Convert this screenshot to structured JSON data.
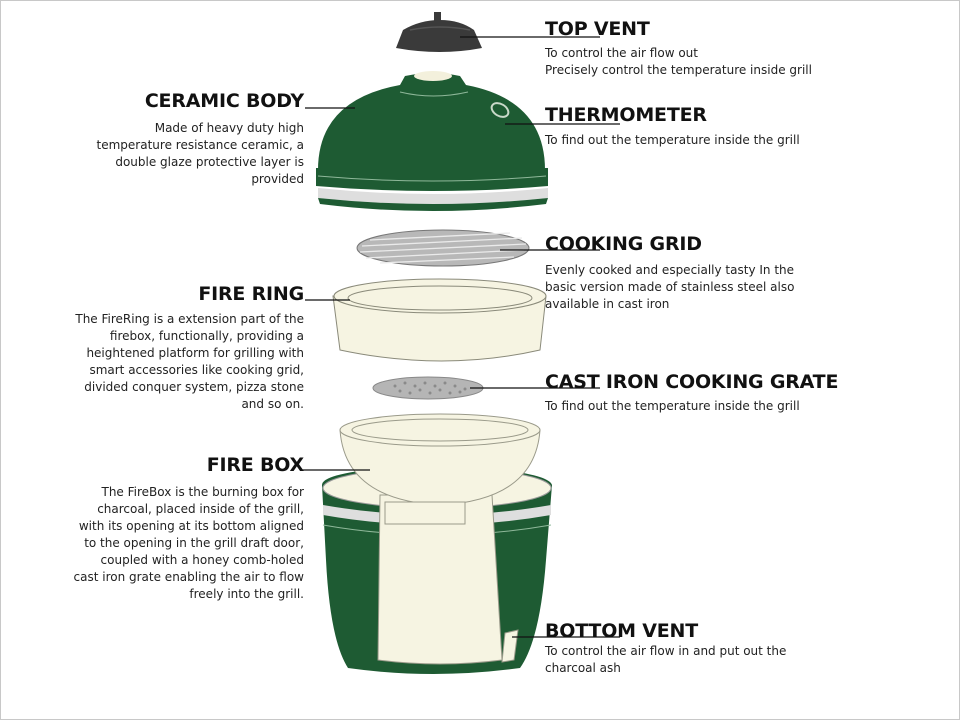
{
  "colors": {
    "green": "#1e5b33",
    "green_line": "#8fb89a",
    "cream": "#f6f4e2",
    "band": "#dedede",
    "vent": "#3a3a3a",
    "grid": "#9a9a9a",
    "text": "#222222"
  },
  "labels": {
    "top_vent": {
      "title": "TOP VENT",
      "desc": "To control the air flow out\nPrecisely control the temperature inside grill"
    },
    "ceramic_body": {
      "title": "CERAMIC BODY",
      "desc": "Made of heavy duty high\ntemperature resistance ceramic, a\ndouble glaze protective layer is\nprovided"
    },
    "thermometer": {
      "title": "THERMOMETER",
      "desc": "To find out the temperature inside the grill"
    },
    "cooking_grid": {
      "title": "COOKING GRID",
      "desc": "Evenly cooked and especially tasty In the\nbasic version made of stainless steel also\navailable in cast iron"
    },
    "fire_ring": {
      "title": "FIRE RING",
      "desc": "The FireRing is a extension part of the\nfirebox, functionally, providing a\nheightened platform for grilling with\nsmart accessories like cooking grid,\ndivided conquer system, pizza stone\nand so on."
    },
    "cast_iron_grate": {
      "title": "CAST IRON COOKING GRATE",
      "desc": "To find out the temperature inside the grill"
    },
    "fire_box": {
      "title": "FIRE BOX",
      "desc": "The FireBox is the burning box for\ncharcoal, placed inside of the grill,\nwith its opening at its bottom aligned\nto the opening in the grill draft door,\ncoupled with a honey comb-holed\ncast iron grate enabling the air to flow\nfreely into the grill."
    },
    "bottom_vent": {
      "title": "BOTTOM VENT",
      "desc": "To control the air flow in and put out the\ncharcoal ash"
    }
  }
}
